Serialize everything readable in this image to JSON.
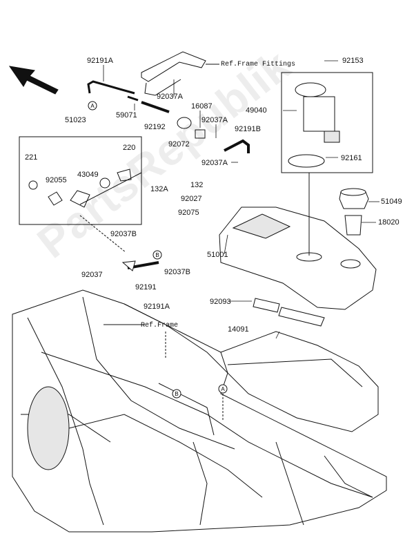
{
  "diagram": {
    "parts": [
      "92191A",
      "59071",
      "92037A",
      "92192",
      "16087",
      "92037A",
      "92072",
      "92191B",
      "92037A",
      "51023",
      "221",
      "220",
      "92055",
      "43049",
      "132A",
      "92037B",
      "132",
      "92027",
      "92075",
      "92037",
      "92191",
      "92037B",
      "92191A",
      "92093",
      "51001",
      "92153",
      "49040",
      "92161",
      "51049",
      "18020",
      "14091"
    ],
    "refs": {
      "frame_fittings": "Ref.Frame Fittings",
      "frame": "Ref.Frame"
    },
    "callouts": {
      "a": "A",
      "b": "B"
    },
    "watermark": "PartsRepublik",
    "colors": {
      "line": "#111111",
      "fill": "#ffffff",
      "shade": "#e6e6e6"
    }
  }
}
